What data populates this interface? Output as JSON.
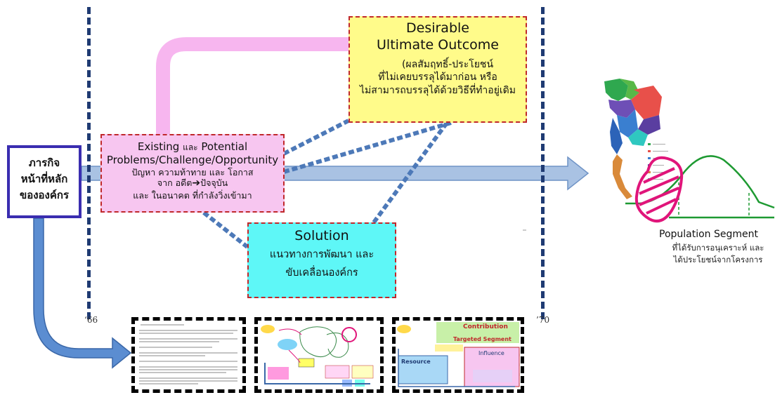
{
  "mission": {
    "lines": [
      "ภารกิจ",
      "หน้าที่หลัก",
      "ขององค์กร"
    ]
  },
  "problems": {
    "line1_a": "Existing ",
    "line1_b": "และ",
    "line1_c": " Potential",
    "line2": "Problems/Challenge/Opportunity",
    "line3": "ปัญหา ความท้าทาย  และ โอกาส",
    "line4_a": "จาก อดีต",
    "line4_b": "ปัจจุบัน",
    "line5": "และ ในอนาคต ที่กำลังวิ่งเข้ามา"
  },
  "outcome": {
    "title1": "Desirable",
    "title2": "Ultimate Outcome",
    "sub1": "(ผลสัมฤทธิ์-ประโยชน์",
    "sub2": "ที่ไม่เคยบรรลุได้มาก่อน หรือ",
    "sub3": "ไม่สามารถบรรลุได้ด้วยวิธีที่ทำอยู่เดิม"
  },
  "solution": {
    "title": "Solution",
    "sub1": "แนวทางการพัฒนา และ",
    "sub2": "ขับเคลื่อนองค์กร"
  },
  "years": {
    "start": "‘66",
    "end": "’70"
  },
  "segment": {
    "title": "Population Segment",
    "sub1": "ที่ได้รับการอนุเคราะห์ และ",
    "sub2": "ได้ประโยชน์จากโครงการ"
  },
  "thumbnails": {
    "third_contribution": "Contribution",
    "third_targeted": "Targeted Segment",
    "third_resource": "Resource",
    "third_influence": "Influence"
  },
  "colors": {
    "dashed_line": "#1f3b73",
    "arrow": "#a9c2e3",
    "arrow_stroke": "#6f93c6",
    "problems_bg": "#f7c6f0",
    "outcome_bg": "#fffb8a",
    "solution_bg": "#5ef7f7",
    "mission_border": "#3a2db0",
    "red_dash": "#c0282b",
    "connector_pink": "#f7b6ef",
    "bell_curve": "#1e9a32",
    "magenta": "#e0157a"
  }
}
